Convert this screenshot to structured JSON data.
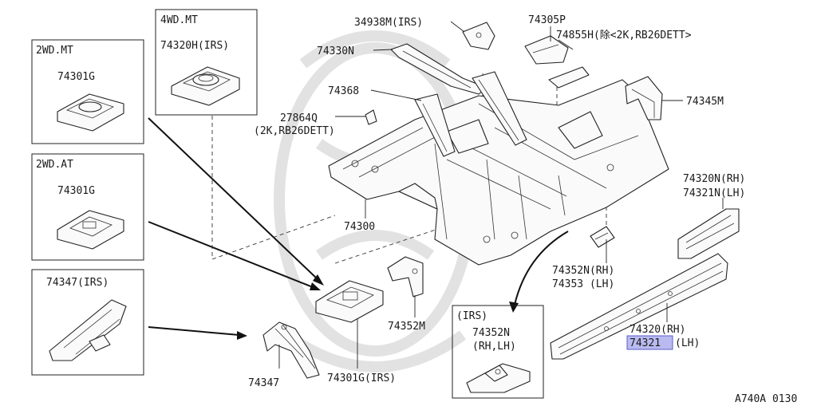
{
  "diagram": {
    "boxes": {
      "box_4wd_mt": {
        "title": "4WD.MT",
        "part": "74320H(IRS)"
      },
      "box_2wd_mt": {
        "title": "2WD.MT",
        "part": "74301G"
      },
      "box_2wd_at": {
        "title": "2WD.AT",
        "part": "74301G"
      },
      "box_irs_74347": {
        "part": "74347(IRS)"
      },
      "box_irs_74352n": {
        "title": "(IRS)",
        "part": "74352N",
        "side": "(RH,LH)"
      }
    },
    "labels": {
      "l_34938m": "34938M(IRS)",
      "l_74305p": "74305P",
      "l_74855h": "74855H(除<2K,RB26DETT>",
      "l_74330n": "74330N",
      "l_74368": "74368",
      "l_27864q": "27864Q",
      "l_27864q_note": "(2K,RB26DETT)",
      "l_74345m": "74345M",
      "l_74320n": "74320N(RH)",
      "l_74321n": "74321N(LH)",
      "l_74300": "74300",
      "l_74352n": "74352N(RH)",
      "l_74353": "74353 (LH)",
      "l_74352m": "74352M",
      "l_74320": "74320(RH)",
      "l_74321": "74321",
      "l_74321_lh": "(LH)",
      "l_74347": "74347",
      "l_74301g_irs": "74301G(IRS)",
      "l_ref": "A740A 0130"
    },
    "highlight_color": "#b9bbf0"
  }
}
